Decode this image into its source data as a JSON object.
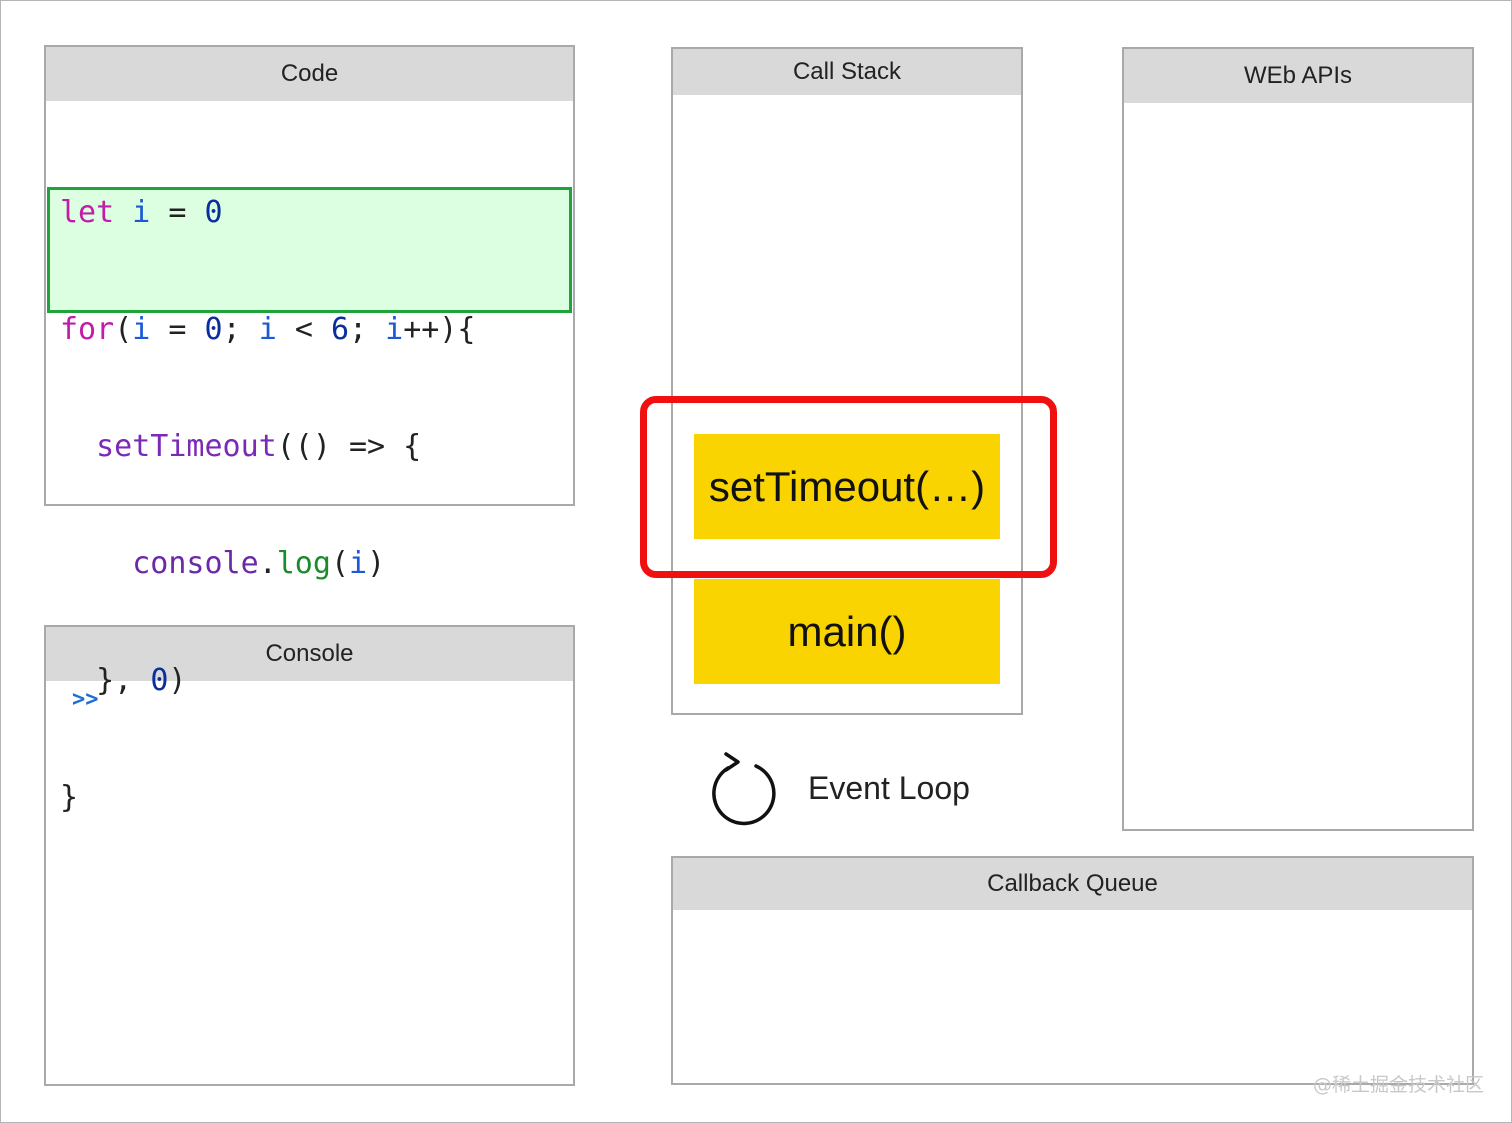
{
  "panels": {
    "code": {
      "title": "Code"
    },
    "console": {
      "title": "Console",
      "prompt": ">>"
    },
    "call_stack": {
      "title": "Call Stack"
    },
    "web_apis": {
      "title": "WEb APIs"
    },
    "callback_queue": {
      "title": "Callback Queue"
    }
  },
  "code": {
    "line1": {
      "kw": "let",
      "var": "i",
      "op": "=",
      "num": "0"
    },
    "line2": {
      "kw": "for",
      "p1": "(",
      "v1": "i",
      "op1": "=",
      "n1": "0",
      "semi1": ";",
      "v2": "i",
      "op2": "<",
      "n2": "6",
      "semi2": ";",
      "v3": "i",
      "rest": "++){"
    },
    "line3": {
      "fn": "setTimeout",
      "rest": "(() => {"
    },
    "line4": {
      "obj": "console",
      "dot": ".",
      "method": "log",
      "p1": "(",
      "var": "i",
      "p2": ")"
    },
    "line5": {
      "start": "}, ",
      "num": "0",
      "end": ")"
    },
    "line6": {
      "text": "}"
    }
  },
  "call_stack": {
    "frames": [
      {
        "label": "setTimeout(…)"
      },
      {
        "label": "main()"
      }
    ]
  },
  "event_loop": {
    "label": "Event Loop",
    "icon": "refresh-icon"
  },
  "colors": {
    "frame": "#f9d400",
    "highlight_fill": "#dcffe2",
    "highlight_border": "#1fa33b",
    "focus_border": "#f01010",
    "header": "#d9d9d9"
  },
  "watermark": "@稀土掘金技术社区"
}
